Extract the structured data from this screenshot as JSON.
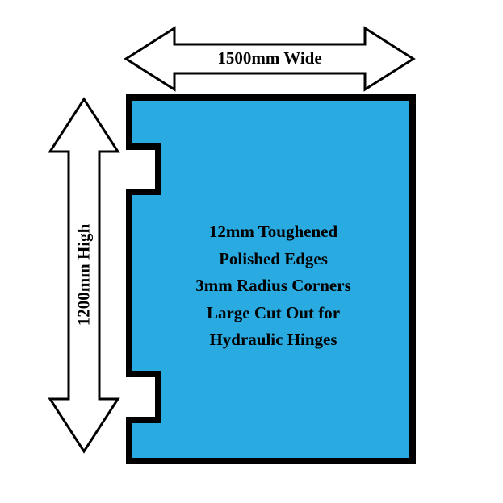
{
  "diagram": {
    "width_label": "1500mm Wide",
    "height_label": "1200mm High",
    "panel_lines": [
      "12mm Toughened",
      "Polished Edges",
      "3mm Radius Corners",
      "Large Cut Out for",
      "Hydraulic Hinges"
    ]
  },
  "colors": {
    "glass_fill": "#29ABE2",
    "outline": "#000000",
    "arrow_fill": "#FFFFFF",
    "background": "#FFFFFF"
  }
}
